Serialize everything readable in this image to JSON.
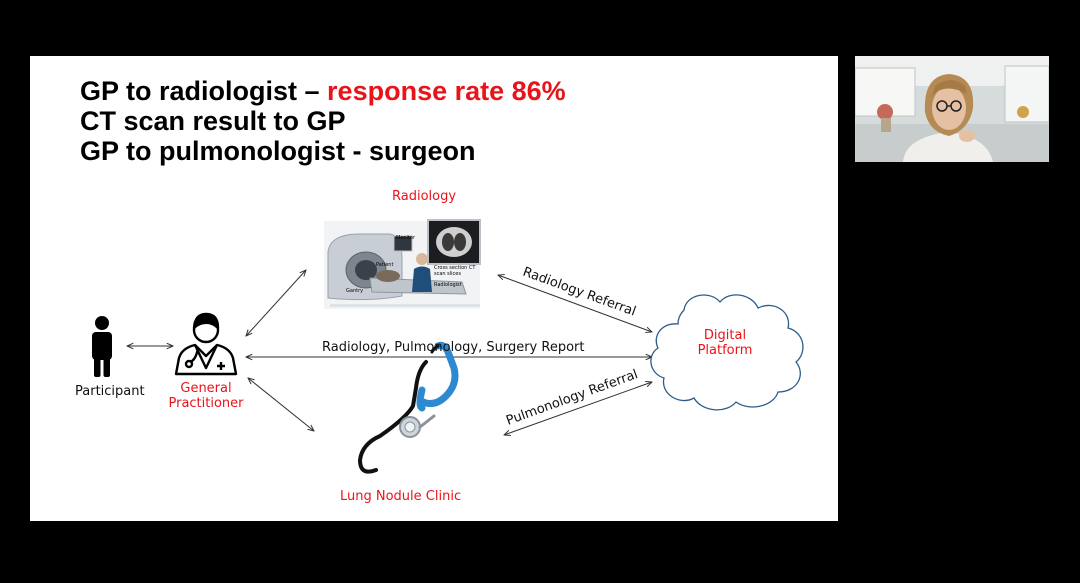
{
  "slide": {
    "lines": [
      {
        "text": "GP to radiologist – ",
        "highlight": "response rate 86%"
      },
      {
        "text": "CT scan result to GP"
      },
      {
        "text": "GP to pulmonologist - surgeon"
      }
    ],
    "highlight_color": "#e8141a",
    "nodes": {
      "radiology": "Radiology",
      "participant": "Participant",
      "gp_line1": "General",
      "gp_line2": "Practitioner",
      "clinic": "Lung Nodule Clinic",
      "platform_line1": "Digital",
      "platform_line2": "Platform"
    },
    "edges": {
      "report": "Radiology, Pulmonology, Surgery Report",
      "radiology_referral": "Radiology Referral",
      "pulmonology_referral": "Pulmonology Referral"
    },
    "ct_image": {
      "monitor": "Monitor",
      "patient": "Patient",
      "cross_section_1": "Cross section CT",
      "cross_section_2": "scan slices",
      "radiologist": "Radiologist",
      "gantry": "Gantry"
    }
  },
  "webcam": {
    "description_icon": "presenter-video-icon"
  }
}
